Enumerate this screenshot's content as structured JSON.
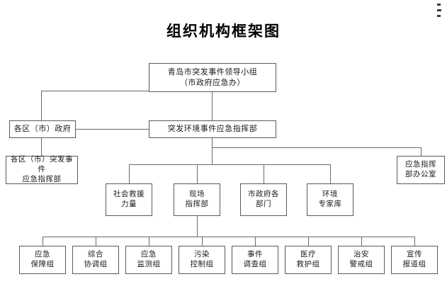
{
  "document": {
    "title": "组织机构框架图",
    "type": "organization-chart",
    "language": "zh-CN",
    "background_color": "#ffffff",
    "line_color": "#6a6a6a",
    "box_border_color": "#5a5a5a",
    "text_color": "#1a1a1a"
  },
  "nodes": {
    "leadership_group": {
      "label": "青岛市突发事件领导小组\n（市政府应急办）",
      "level": 1
    },
    "district_gov": {
      "label": "各区（市）政府",
      "level": 2
    },
    "env_command": {
      "label": "突发环境事件应急指挥部",
      "level": 2
    },
    "district_command": {
      "label": "各区（市）突发事件\n应急指挥部",
      "level": 3
    },
    "command_office": {
      "label": "应急指挥\n部办公室",
      "level": 3
    },
    "branch": [
      {
        "label": "社会救援\n力量"
      },
      {
        "label": "现场\n指挥部"
      },
      {
        "label": "市政府各\n部门"
      },
      {
        "label": "环境\n专家库"
      }
    ],
    "groups": [
      {
        "label": "应急\n保障组"
      },
      {
        "label": "综合\n协调组"
      },
      {
        "label": "应急\n监测组"
      },
      {
        "label": "污染\n控制组"
      },
      {
        "label": "事件\n调查组"
      },
      {
        "label": "医疗\n救护组"
      },
      {
        "label": "治安\n警戒组"
      },
      {
        "label": "宣传\n报道组"
      }
    ]
  }
}
